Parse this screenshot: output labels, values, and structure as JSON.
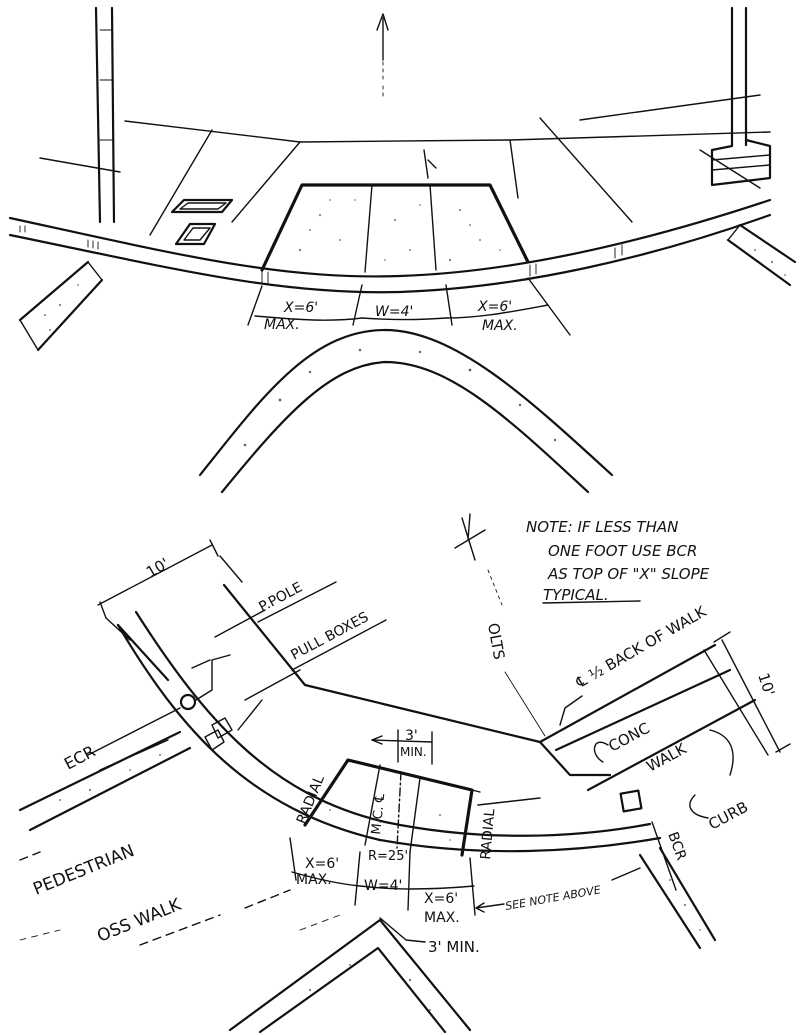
{
  "top_view": {
    "dim_x_left_line1": "X=6'",
    "dim_x_left_line2": "MAX.",
    "dim_w": "W=4'",
    "dim_x_right_line1": "X=6'",
    "dim_x_right_line2": "MAX."
  },
  "plan_view": {
    "note_line1": "NOTE: IF LESS THAN",
    "note_line2": "ONE FOOT USE BCR",
    "note_line3": "AS TOP OF \"X\" SLOPE",
    "note_line4": "TYPICAL.",
    "dim_10_left": "10'",
    "dim_10_right": "10'",
    "p_pole": "P.POLE",
    "pull_boxes": "PULL BOXES",
    "olts": "OLTS",
    "back_of_walk": "℄ ½ BACK OF WALK",
    "conc": "CONC",
    "walk": "WALK",
    "curb": "CURB",
    "ecr": "ECR",
    "bcr": "BCR",
    "radial_left": "RADIAL",
    "radial_right": "RADIAL",
    "dim_3_min_top_line1": "3'",
    "dim_3_min_top_line2": "MIN.",
    "mc_cl": "M.C. ℄",
    "r25": "R=25'",
    "dim_x_left_line1": "X=6'",
    "dim_x_left_line2": "MAX.",
    "dim_w": "W=4'",
    "dim_x_right_line1": "X=6'",
    "dim_x_right_line2": "MAX.",
    "see_note_above": "SEE NOTE ABOVE",
    "dim_3_min_bottom": "3' MIN.",
    "pedestrian": "PEDESTRIAN",
    "osswalk": "OSS WALK"
  }
}
